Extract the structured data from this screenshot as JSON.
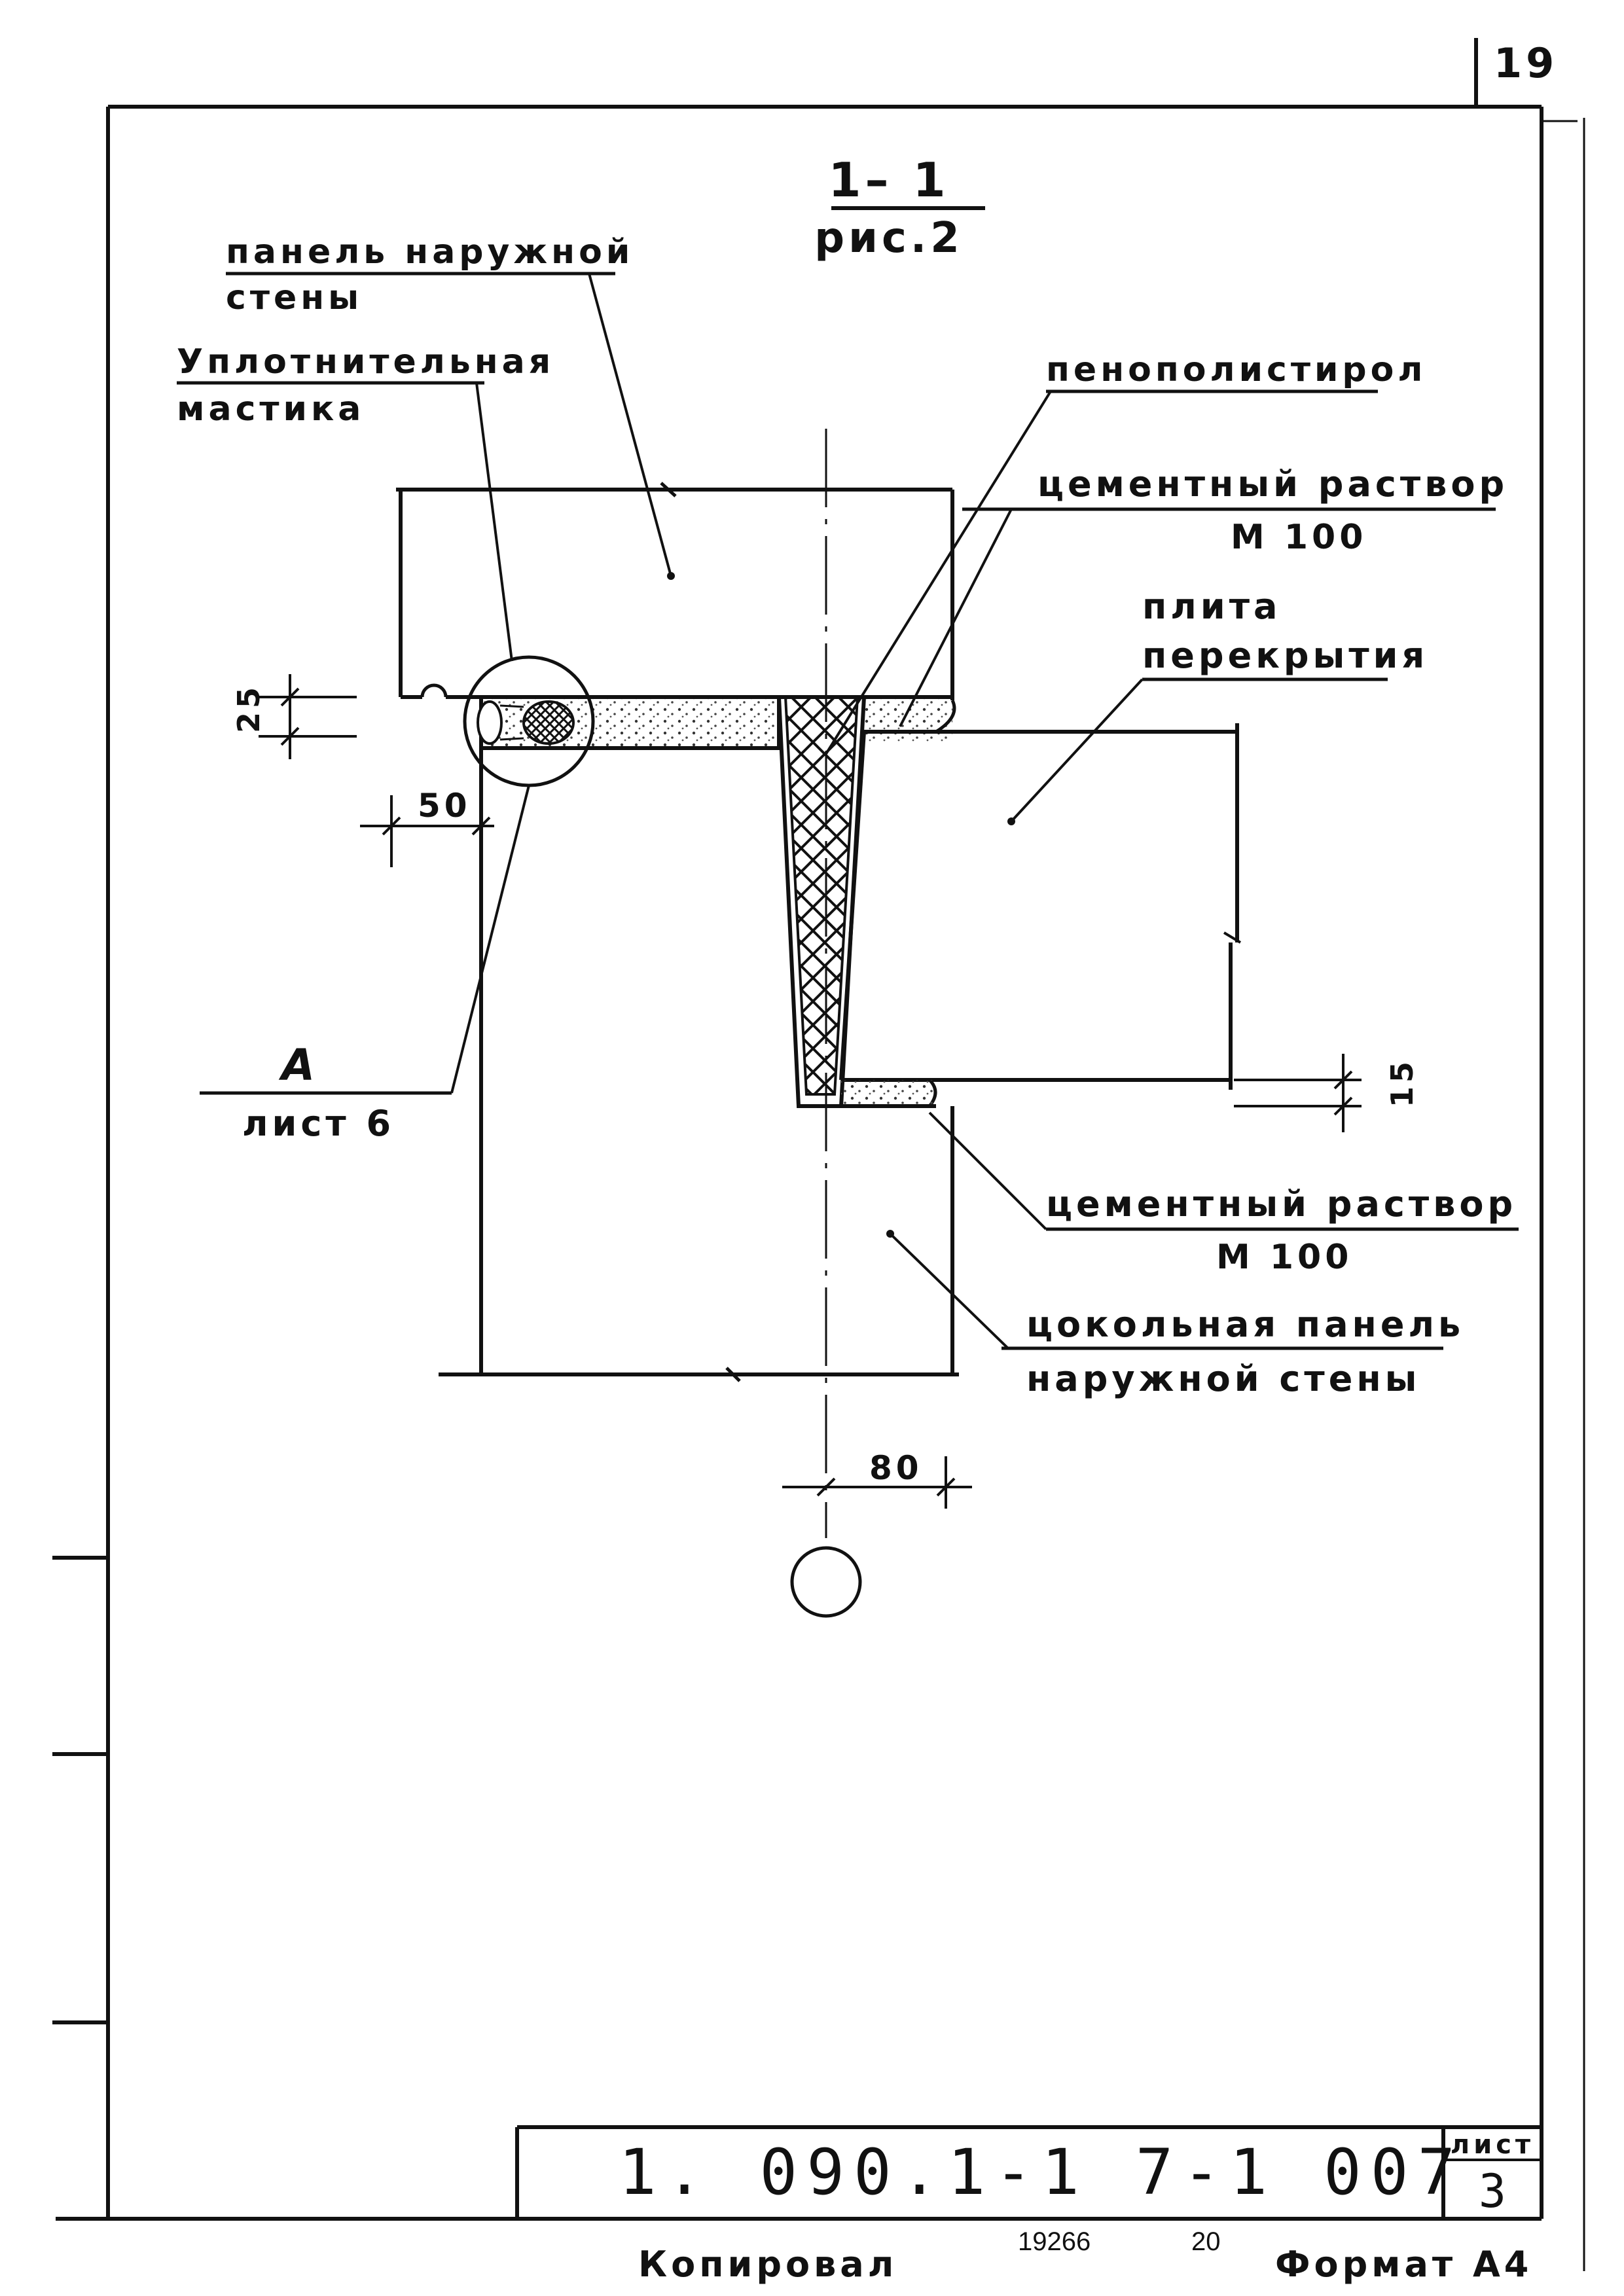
{
  "page_number": "19",
  "section": {
    "mark": "1– 1",
    "figure": "рис.2"
  },
  "labels": {
    "outer_wall_panel": [
      "панель наружной",
      "стены"
    ],
    "sealing_mastic": [
      "Уплотнительная",
      "мастика"
    ],
    "polystyrene_foam": "пенополистирол",
    "cement_mortar_top": [
      "цементный раствор",
      "М 100"
    ],
    "floor_slab": [
      "плита",
      "перекрытия"
    ],
    "cement_mortar_bottom": [
      "цементный раствор",
      "М 100"
    ],
    "plinth_panel": [
      "цокольная панель",
      "наружной стены"
    ],
    "detail_ref": [
      "А",
      "лист 6"
    ]
  },
  "dimensions": {
    "joint_height": "25",
    "mastic_offset": "50",
    "mortar_bed": "15",
    "axis_offset": "80"
  },
  "title_block": {
    "document_code": "1. 090.1-1 7-1 007",
    "sheet_label": "лист",
    "sheet_number": "3"
  },
  "footer": {
    "copied": "Копировал",
    "order_number": "19266",
    "order_suffix": "20",
    "format": "Формат А4"
  }
}
